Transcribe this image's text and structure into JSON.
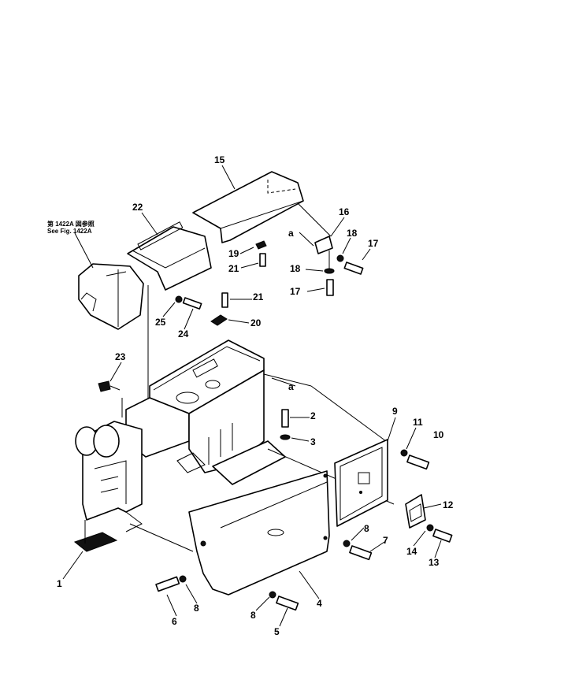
{
  "reference_note": {
    "line1": "第 1422A 図参照",
    "line2": "See Fig. 1422A"
  },
  "callouts": {
    "c1": "1",
    "c2": "2",
    "c3": "3",
    "c4": "4",
    "c5": "5",
    "c6": "6",
    "c7": "7",
    "c8a": "8",
    "c8b": "8",
    "c8c": "8",
    "c9": "9",
    "c10": "10",
    "c11": "11",
    "c12": "12",
    "c13": "13",
    "c14": "14",
    "c15": "15",
    "c16": "16",
    "c17a": "17",
    "c17b": "17",
    "c18a": "18",
    "c18b": "18",
    "c19": "19",
    "c20": "20",
    "c21a": "21",
    "c21b": "21",
    "c22": "22",
    "c23": "23",
    "c24": "24",
    "c25": "25",
    "a1": "a",
    "a2": "a"
  }
}
